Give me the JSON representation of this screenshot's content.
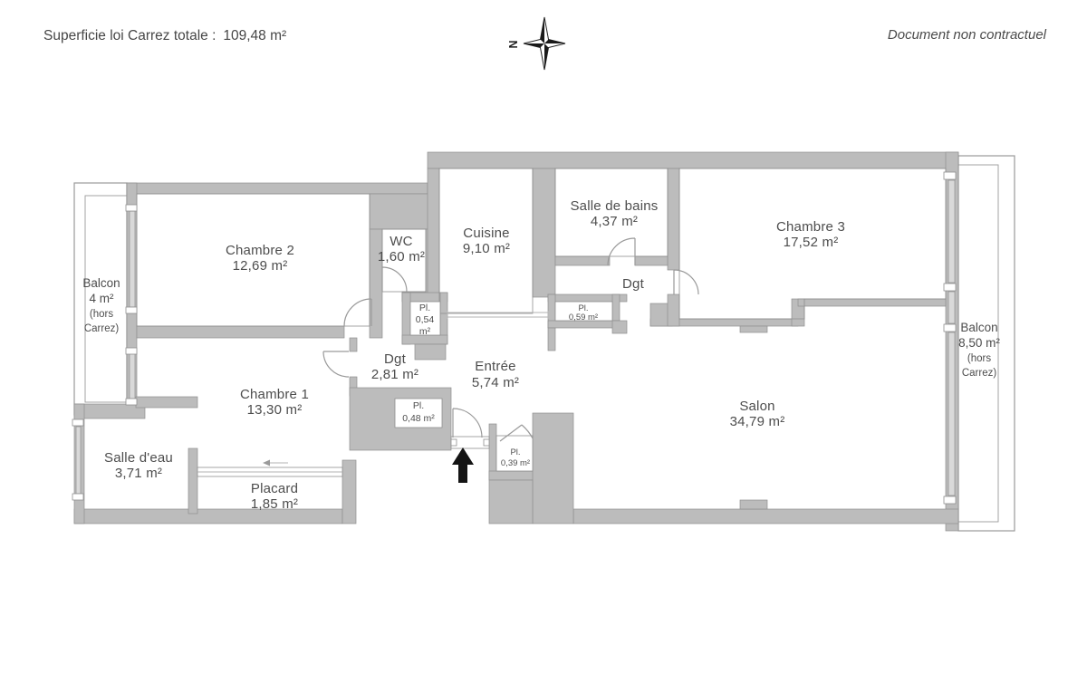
{
  "header": {
    "title_label": "Superficie loi Carrez totale :",
    "title_value": "109,48 m²",
    "disclaimer": "Document non contractuel"
  },
  "compass": {
    "north_label": "N"
  },
  "rooms": [
    {
      "name": "Chambre 2",
      "area": "12,69 m²"
    },
    {
      "name": "WC",
      "area": "1,60 m²"
    },
    {
      "name": "Cuisine",
      "area": "9,10 m²"
    },
    {
      "name": "Salle de bains",
      "area": "4,37 m²"
    },
    {
      "name": "Chambre 3",
      "area": "17,52 m²"
    },
    {
      "name": "Dgt",
      "area": ""
    },
    {
      "name": "Dgt",
      "area": "2,81 m²"
    },
    {
      "name": "Entrée",
      "area": "5,74 m²"
    },
    {
      "name": "Chambre 1",
      "area": "13,30 m²"
    },
    {
      "name": "Salle d'eau",
      "area": "3,71 m²"
    },
    {
      "name": "Placard",
      "area": "1,85 m²"
    },
    {
      "name": "Salon",
      "area": "34,79 m²"
    }
  ],
  "closets": [
    {
      "label": "Pl.",
      "line2": "0,54",
      "line3": "m²"
    },
    {
      "label": "Pl.",
      "area": "0,59 m²"
    },
    {
      "label": "Pl.",
      "area": "0,48 m²"
    },
    {
      "label": "Pl.",
      "area": "0,39 m²"
    }
  ],
  "balconies": [
    {
      "name": "Balcon",
      "area": "4 m²",
      "note1": "(hors",
      "note2": "Carrez)"
    },
    {
      "name": "Balcon",
      "area": "8,50 m²",
      "note1": "(hors",
      "note2": "Carrez)"
    }
  ],
  "colors": {
    "wall": "#bcbcbc",
    "wall_edge": "#8f8f8f",
    "window_fill": "#d9d9d9",
    "balcony_edge": "#9a9a9a",
    "door": "#9a9a9a",
    "text": "#4d4d4d",
    "arrow": "#141414"
  }
}
